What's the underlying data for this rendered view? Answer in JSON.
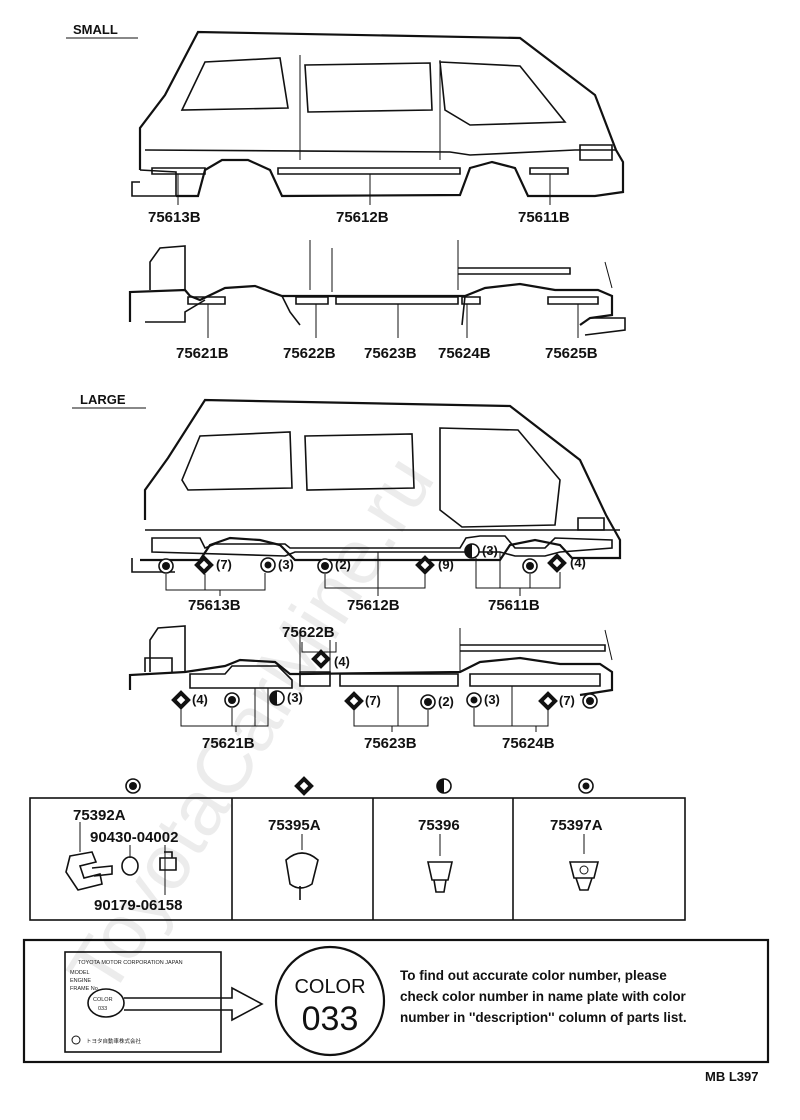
{
  "sections": {
    "small_label": "SMALL",
    "large_label": "LARGE"
  },
  "small": {
    "upper_parts": [
      "75613B",
      "75612B",
      "75611B"
    ],
    "lower_parts": [
      "75621B",
      "75622B",
      "75623B",
      "75624B",
      "75625B"
    ]
  },
  "large": {
    "upper_parts": [
      "75613B",
      "75612B",
      "75611B"
    ],
    "upper_qty": [
      "(7)",
      "(3)",
      "(2)",
      "(9)",
      "(3)",
      "(4)"
    ],
    "lower_parts": [
      "75622B",
      "75621B",
      "75623B",
      "75624B"
    ],
    "lower_qty": [
      "(4)",
      "(4)",
      "(3)",
      "(7)",
      "(2)",
      "(3)",
      "(7)"
    ]
  },
  "fasteners": {
    "col1_part": "75392A",
    "col1_sub1": "90430-04002",
    "col1_sub2": "90179-06158",
    "col2_part": "75395A",
    "col3_part": "75396",
    "col4_part": "75397A"
  },
  "nameplate": {
    "plate_company": "TOYOTA MOTOR CORPORATION JAPAN",
    "plate_rows": [
      "MODEL",
      "ENGINE",
      "FRAME No."
    ],
    "plate_color_small": "COLOR",
    "plate_color_small_num": "033",
    "plate_jp": "トヨタ自動車株式会社",
    "color_word": "COLOR",
    "color_number": "033",
    "note_lines": [
      "To find out accurate color number, please",
      "check color number in name plate with color",
      "number in ''description'' column of parts list."
    ]
  },
  "diagram_code": "MB L397",
  "watermark": "ToyotaCarMine.ru"
}
